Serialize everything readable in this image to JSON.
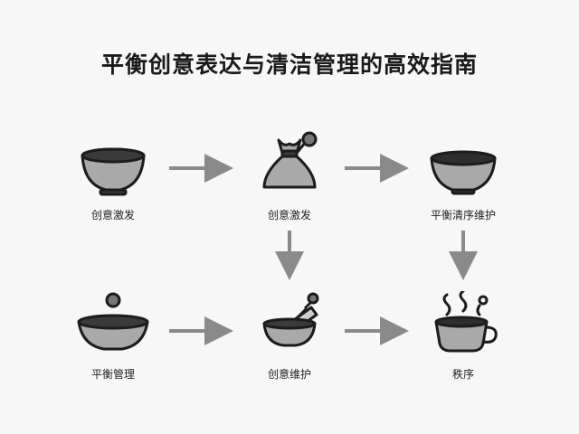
{
  "title": "平衡创意表达与清洁管理的高效指南",
  "nodes": [
    {
      "id": "bowl-1",
      "label": "创意激发",
      "icon": "bowl-icon"
    },
    {
      "id": "pouch",
      "label": "创意激发",
      "icon": "pouch-icon"
    },
    {
      "id": "bowl-2",
      "label": "平衡清序维护",
      "icon": "bowl-icon"
    },
    {
      "id": "bowl-3",
      "label": "平衡管理",
      "icon": "wide-bowl-icon"
    },
    {
      "id": "mortar",
      "label": "创意维护",
      "icon": "mortar-pestle-icon"
    },
    {
      "id": "cup",
      "label": "秩序",
      "icon": "steaming-cup-icon"
    }
  ],
  "colors": {
    "fill": "#a9a9a9",
    "dark": "#3a3a3a",
    "outline": "#1c1c1c",
    "arrow": "#8a8a8a"
  }
}
